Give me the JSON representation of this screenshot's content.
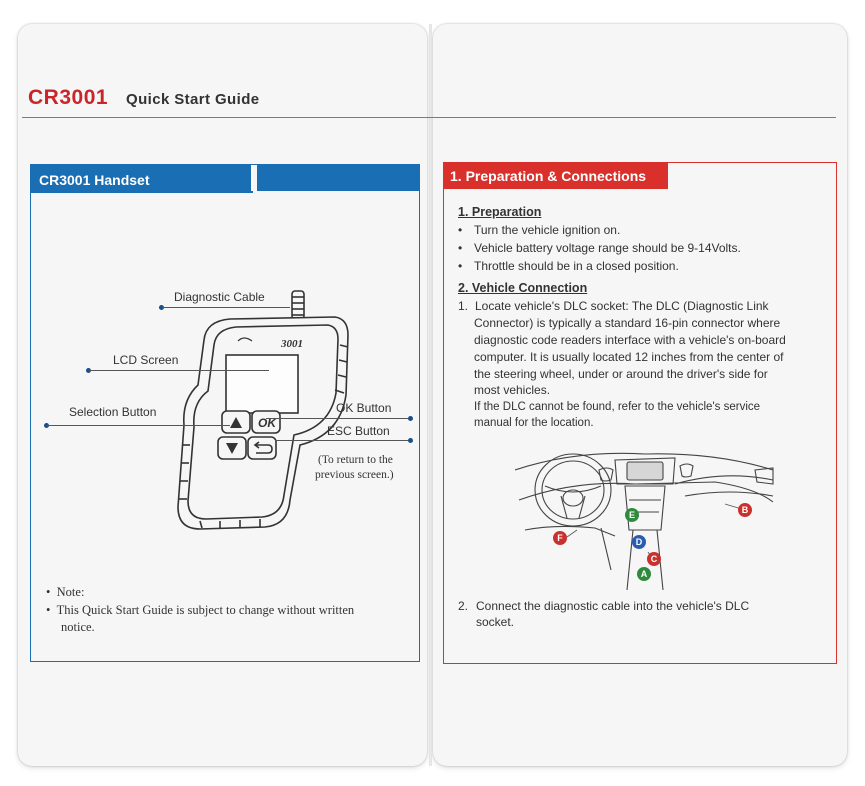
{
  "header": {
    "brand": "CR3001",
    "title": "Quick Start Guide"
  },
  "left_panel": {
    "heading": "CR3001 Handset",
    "device_logo_text": "3001",
    "device_keys": {
      "ok": "OK"
    },
    "labels": {
      "diagnostic_cable": "Diagnostic Cable",
      "lcd_screen": "LCD Screen",
      "selection_button": "Selection Button",
      "ok_button": "OK Button",
      "esc_button": "ESC Button",
      "esc_note_line1": "(To return to the",
      "esc_note_line2": "previous screen.)"
    },
    "notes": {
      "note_label": "Note:",
      "note_text_line1": "This Quick Start Guide is subject to change without written",
      "note_text_line2": "notice."
    }
  },
  "right_panel": {
    "heading": "1. Preparation & Connections",
    "preparation": {
      "title": "1. Preparation",
      "bullets": [
        "Turn the vehicle ignition on.",
        "Vehicle battery voltage range should be 9-14Volts.",
        "Throttle should be in a closed position."
      ]
    },
    "vehicle_connection": {
      "title": "2. Vehicle Connection",
      "step1_num": "1.",
      "step1_lines": [
        "Locate vehicle's DLC socket: The DLC (Diagnostic Link",
        "Connector) is typically a standard 16-pin connector where",
        "diagnostic code readers interface with a vehicle's on-board",
        "computer. It is usually located 12 inches from the center of",
        "the steering wheel, under or around the driver's side for",
        "most vehicles."
      ],
      "step1_extra_lines": [
        "If the DLC cannot be found, refer to the vehicle's service",
        "manual for the location."
      ],
      "step2_num": "2.",
      "step2_lines": [
        "Connect the diagnostic cable into the vehicle's DLC",
        "socket."
      ]
    },
    "markers": {
      "a": "A",
      "b": "B",
      "c": "C",
      "d": "D",
      "e": "E",
      "f": "F"
    }
  },
  "colors": {
    "brand_red": "#c8262a",
    "left_blue": "#1a6eb4",
    "right_red": "#d9302c",
    "marker_red": "#c8322e",
    "marker_green": "#2e8b3d",
    "marker_blue": "#2a5db0"
  }
}
